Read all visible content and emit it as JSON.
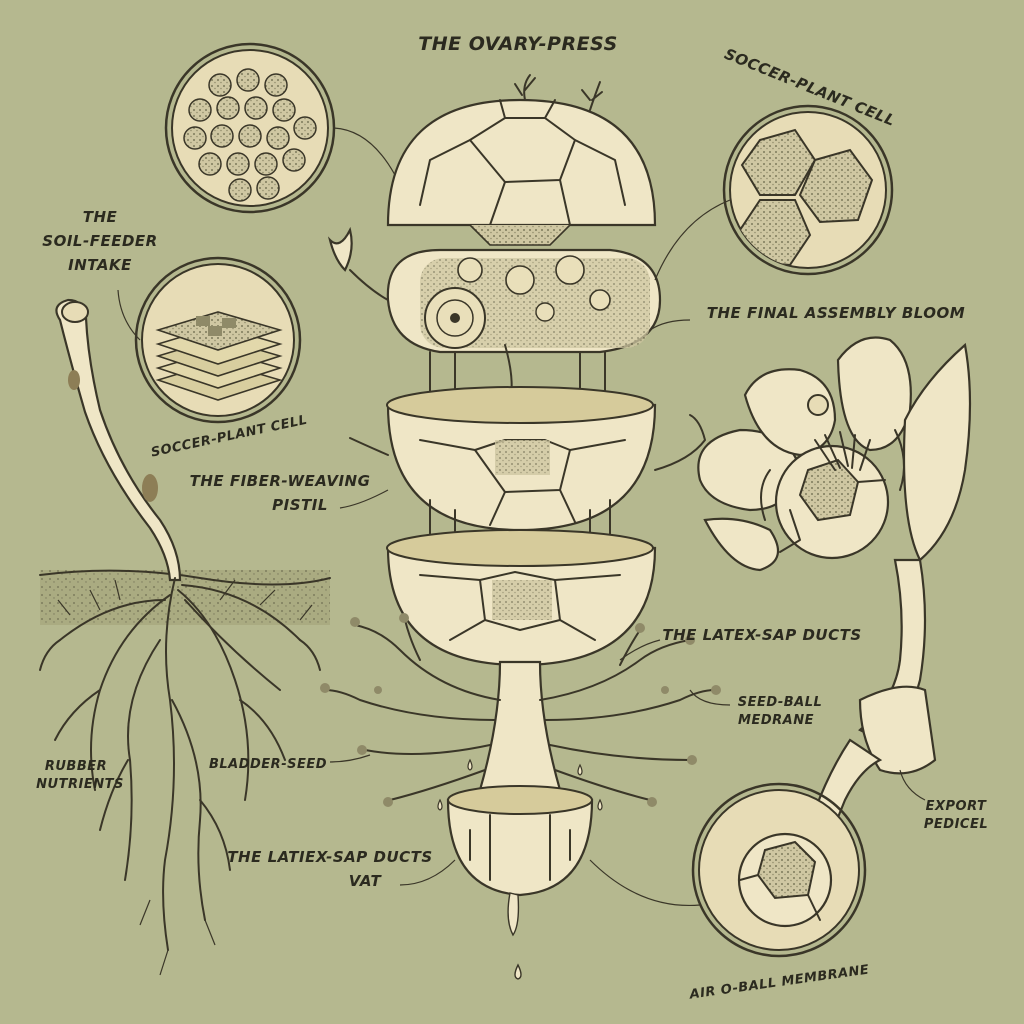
{
  "title": "THE OVARY-PRESS",
  "labels": {
    "soccer_cell_top": "SOCCER-PLANT CELL",
    "soil_feeder_1": "THE",
    "soil_feeder_2": "SOIL-FEEDER",
    "soil_feeder_3": "INTAKE",
    "soccer_cell_left": "SOCCER-PLANT CELL",
    "final_assembly": "THE FINAL ASSEMBLY BLOOM",
    "fiber_weaving_1": "THE FIBER-WEAVING",
    "fiber_weaving_2": "PISTIL",
    "latex_ducts": "THE LATEX-SAP DUCTS",
    "seed_ball_1": "SEED-BALL",
    "seed_ball_2": "MEDRANE",
    "rubber_1": "RUBBER",
    "rubber_2": "NUTRIENTS",
    "bladder_seed": "BLADDER-SEED",
    "vat_1": "THE LATIEX-SAP DUCTS",
    "vat_2": "VAT",
    "export_1": "EXPORT",
    "export_2": "PEDICEL",
    "air_ball": "AIR O-BALL MEMBRANE"
  },
  "colors": {
    "background": "#b5b88f",
    "ink": "#3a3628",
    "cream": "#efe6c6",
    "paper": "#e7dcb6"
  }
}
